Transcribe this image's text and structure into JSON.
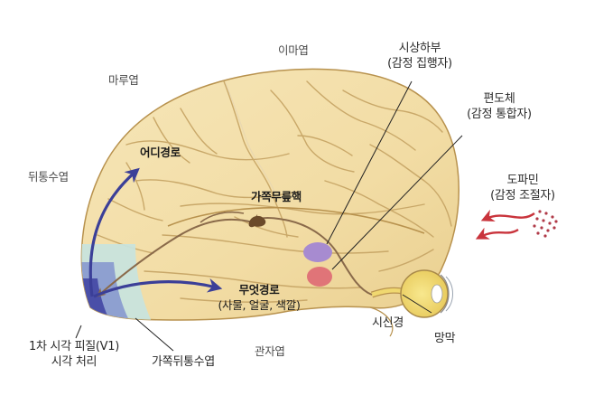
{
  "diagram": {
    "type": "brain-anatomy-lateral-view",
    "colors": {
      "brain_fill": "#f3dfa8",
      "brain_outline": "#b8924e",
      "sulcus": "#c9a869",
      "visual_cortex_dark": "#4a4fa8",
      "visual_cortex_mid": "#8ea0d0",
      "visual_cortex_light": "#c8e3dc",
      "pathway_blue": "#3b3f98",
      "pathway_brown": "#8a6a4a",
      "thalamus": "#a78bd0",
      "amygdala": "#e07478",
      "dopamine": "#c9343c",
      "eye_fill": "#f0d870",
      "leader_line": "#222222"
    }
  },
  "lobes": {
    "frontal": "이마엽",
    "parietal": "마루엽",
    "occipital": "뒤통수엽",
    "temporal": "관자엽",
    "lateral_occipital": "가쪽뒤통수엽"
  },
  "pathways": {
    "dorsal": "어디경로",
    "ventral": {
      "title": "무엇경로",
      "detail": "(사물, 얼굴, 색깔)"
    }
  },
  "structures": {
    "lgn": "가쪽무릎핵",
    "hypothalamus": {
      "title": "시상하부",
      "role": "(감정 집행자)"
    },
    "amygdala": {
      "title": "편도체",
      "role": "(감정 통합자)"
    },
    "dopamine": {
      "title": "도파민",
      "role": "(감정 조절자)"
    },
    "v1": {
      "title": "1차 시각 피질(V1)",
      "role": "시각 처리"
    },
    "optic_nerve": "시신경",
    "retina": "망막"
  }
}
